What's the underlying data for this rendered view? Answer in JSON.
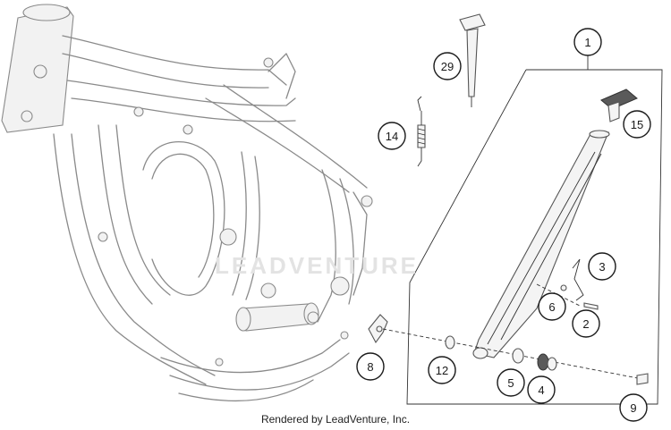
{
  "diagram": {
    "callouts": [
      {
        "id": "callout-1",
        "label": "1"
      },
      {
        "id": "callout-2",
        "label": "2"
      },
      {
        "id": "callout-3",
        "label": "3"
      },
      {
        "id": "callout-4",
        "label": "4"
      },
      {
        "id": "callout-5",
        "label": "5"
      },
      {
        "id": "callout-6",
        "label": "6"
      },
      {
        "id": "callout-8",
        "label": "8"
      },
      {
        "id": "callout-9",
        "label": "9"
      },
      {
        "id": "callout-12",
        "label": "12"
      },
      {
        "id": "callout-14",
        "label": "14"
      },
      {
        "id": "callout-15",
        "label": "15"
      },
      {
        "id": "callout-29",
        "label": "29"
      }
    ]
  },
  "watermark": "LEADVENTURE",
  "credit": "Rendered by LeadVenture, Inc."
}
